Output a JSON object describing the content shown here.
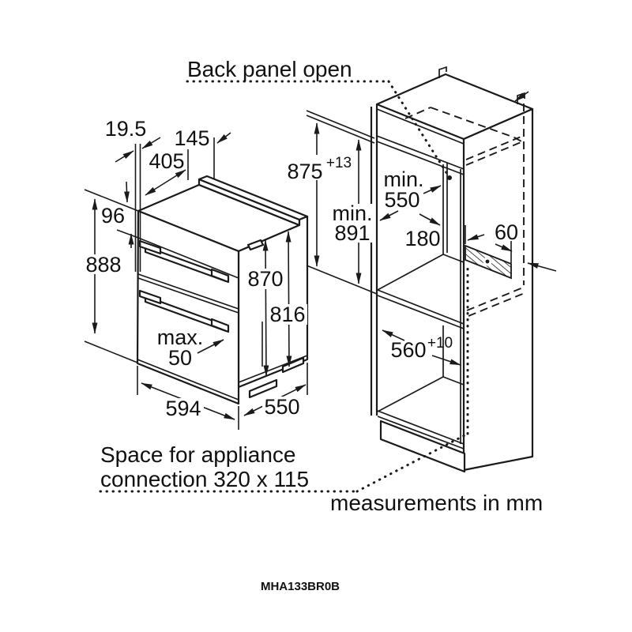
{
  "title": "Back panel open",
  "colors": {
    "line": "#1a1a1a",
    "background": "#ffffff"
  },
  "notes": {
    "connection_line1": "Space for appliance",
    "connection_line2": "connection 320 x 115",
    "units": "measurements in mm"
  },
  "model_code": "MHA133BR0B",
  "dimensions": {
    "panel_offset": "19.5",
    "top_rear_depth": "145",
    "top_front_depth": "405",
    "control_panel_height": "96",
    "total_height": "888",
    "body_height": "870",
    "lower_body_height": "816",
    "handle_max_label": "max.",
    "handle_max_value": "50",
    "appliance_width": "594",
    "appliance_depth": "550",
    "niche_height": "875",
    "niche_height_tol": "+13",
    "min_label_a": "min.",
    "min_height_value": "891",
    "min_label_b": "min.",
    "min_depth_value": "550",
    "rear_clearance": "180",
    "vent_gap": "60",
    "niche_width": "560",
    "niche_width_tol": "+10"
  }
}
